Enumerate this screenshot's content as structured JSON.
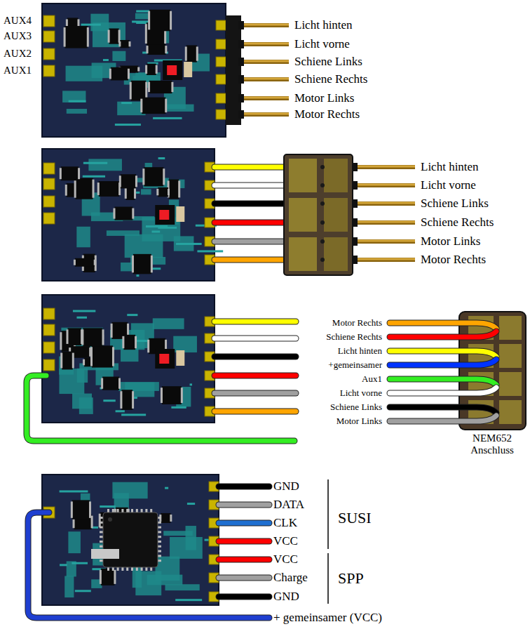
{
  "diagram": {
    "labels": [
      "AUX4",
      "AUX3",
      "AUX2",
      "AUX1",
      "Licht hinten",
      "Licht vorne",
      "Schiene Links",
      "Schiene Rechts",
      "Motor Links",
      "Motor Rechts",
      "Licht hinten",
      "Licht vorne",
      "Schiene Links",
      "Schiene Rechts",
      "Motor Links",
      "Motor Rechts",
      "Motor Rechts",
      "Schiene Rechts",
      "Licht hinten",
      "+gemeinsamer",
      "Aux1",
      "Licht vorne",
      "Schiene Links",
      "Motor Links",
      "NEM652 Anschluss",
      "GND",
      "DATA",
      "CLK",
      "VCC",
      "VCC",
      "Charge",
      "GND",
      "SUSI",
      "SPP",
      "+ gemeinsamer (VCC)"
    ]
  }
}
